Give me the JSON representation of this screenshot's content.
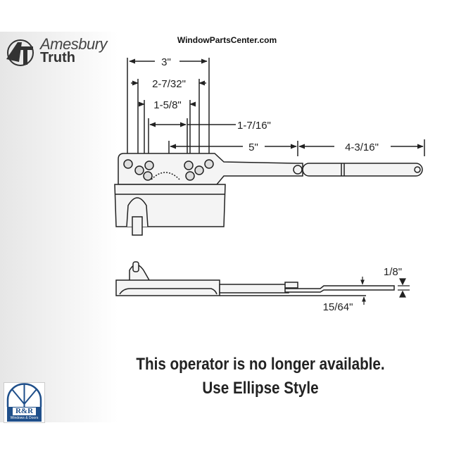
{
  "brand": {
    "logo_line1": "Amesbury",
    "logo_line2": "Truth",
    "website": "WindowPartsCenter.com"
  },
  "dimensions": {
    "overall_mount": "3\"",
    "outer_holes": "2-7/32\"",
    "inner_holes": "1-5/8\"",
    "hole_offset": "1-7/16\"",
    "arm_length": "5\"",
    "link_length": "4-3/16\"",
    "link_thickness": "1/8\"",
    "arm_thickness": "15/64\""
  },
  "notice": {
    "line1": "This operator is no longer available.",
    "line2": "Use Ellipse Style"
  },
  "dealer_logo": {
    "initials": "R&R",
    "tagline": "Windows & Doors",
    "color": "#1f4f8a"
  },
  "colors": {
    "line": "#222222",
    "part_fill": "#f4f4f4"
  }
}
